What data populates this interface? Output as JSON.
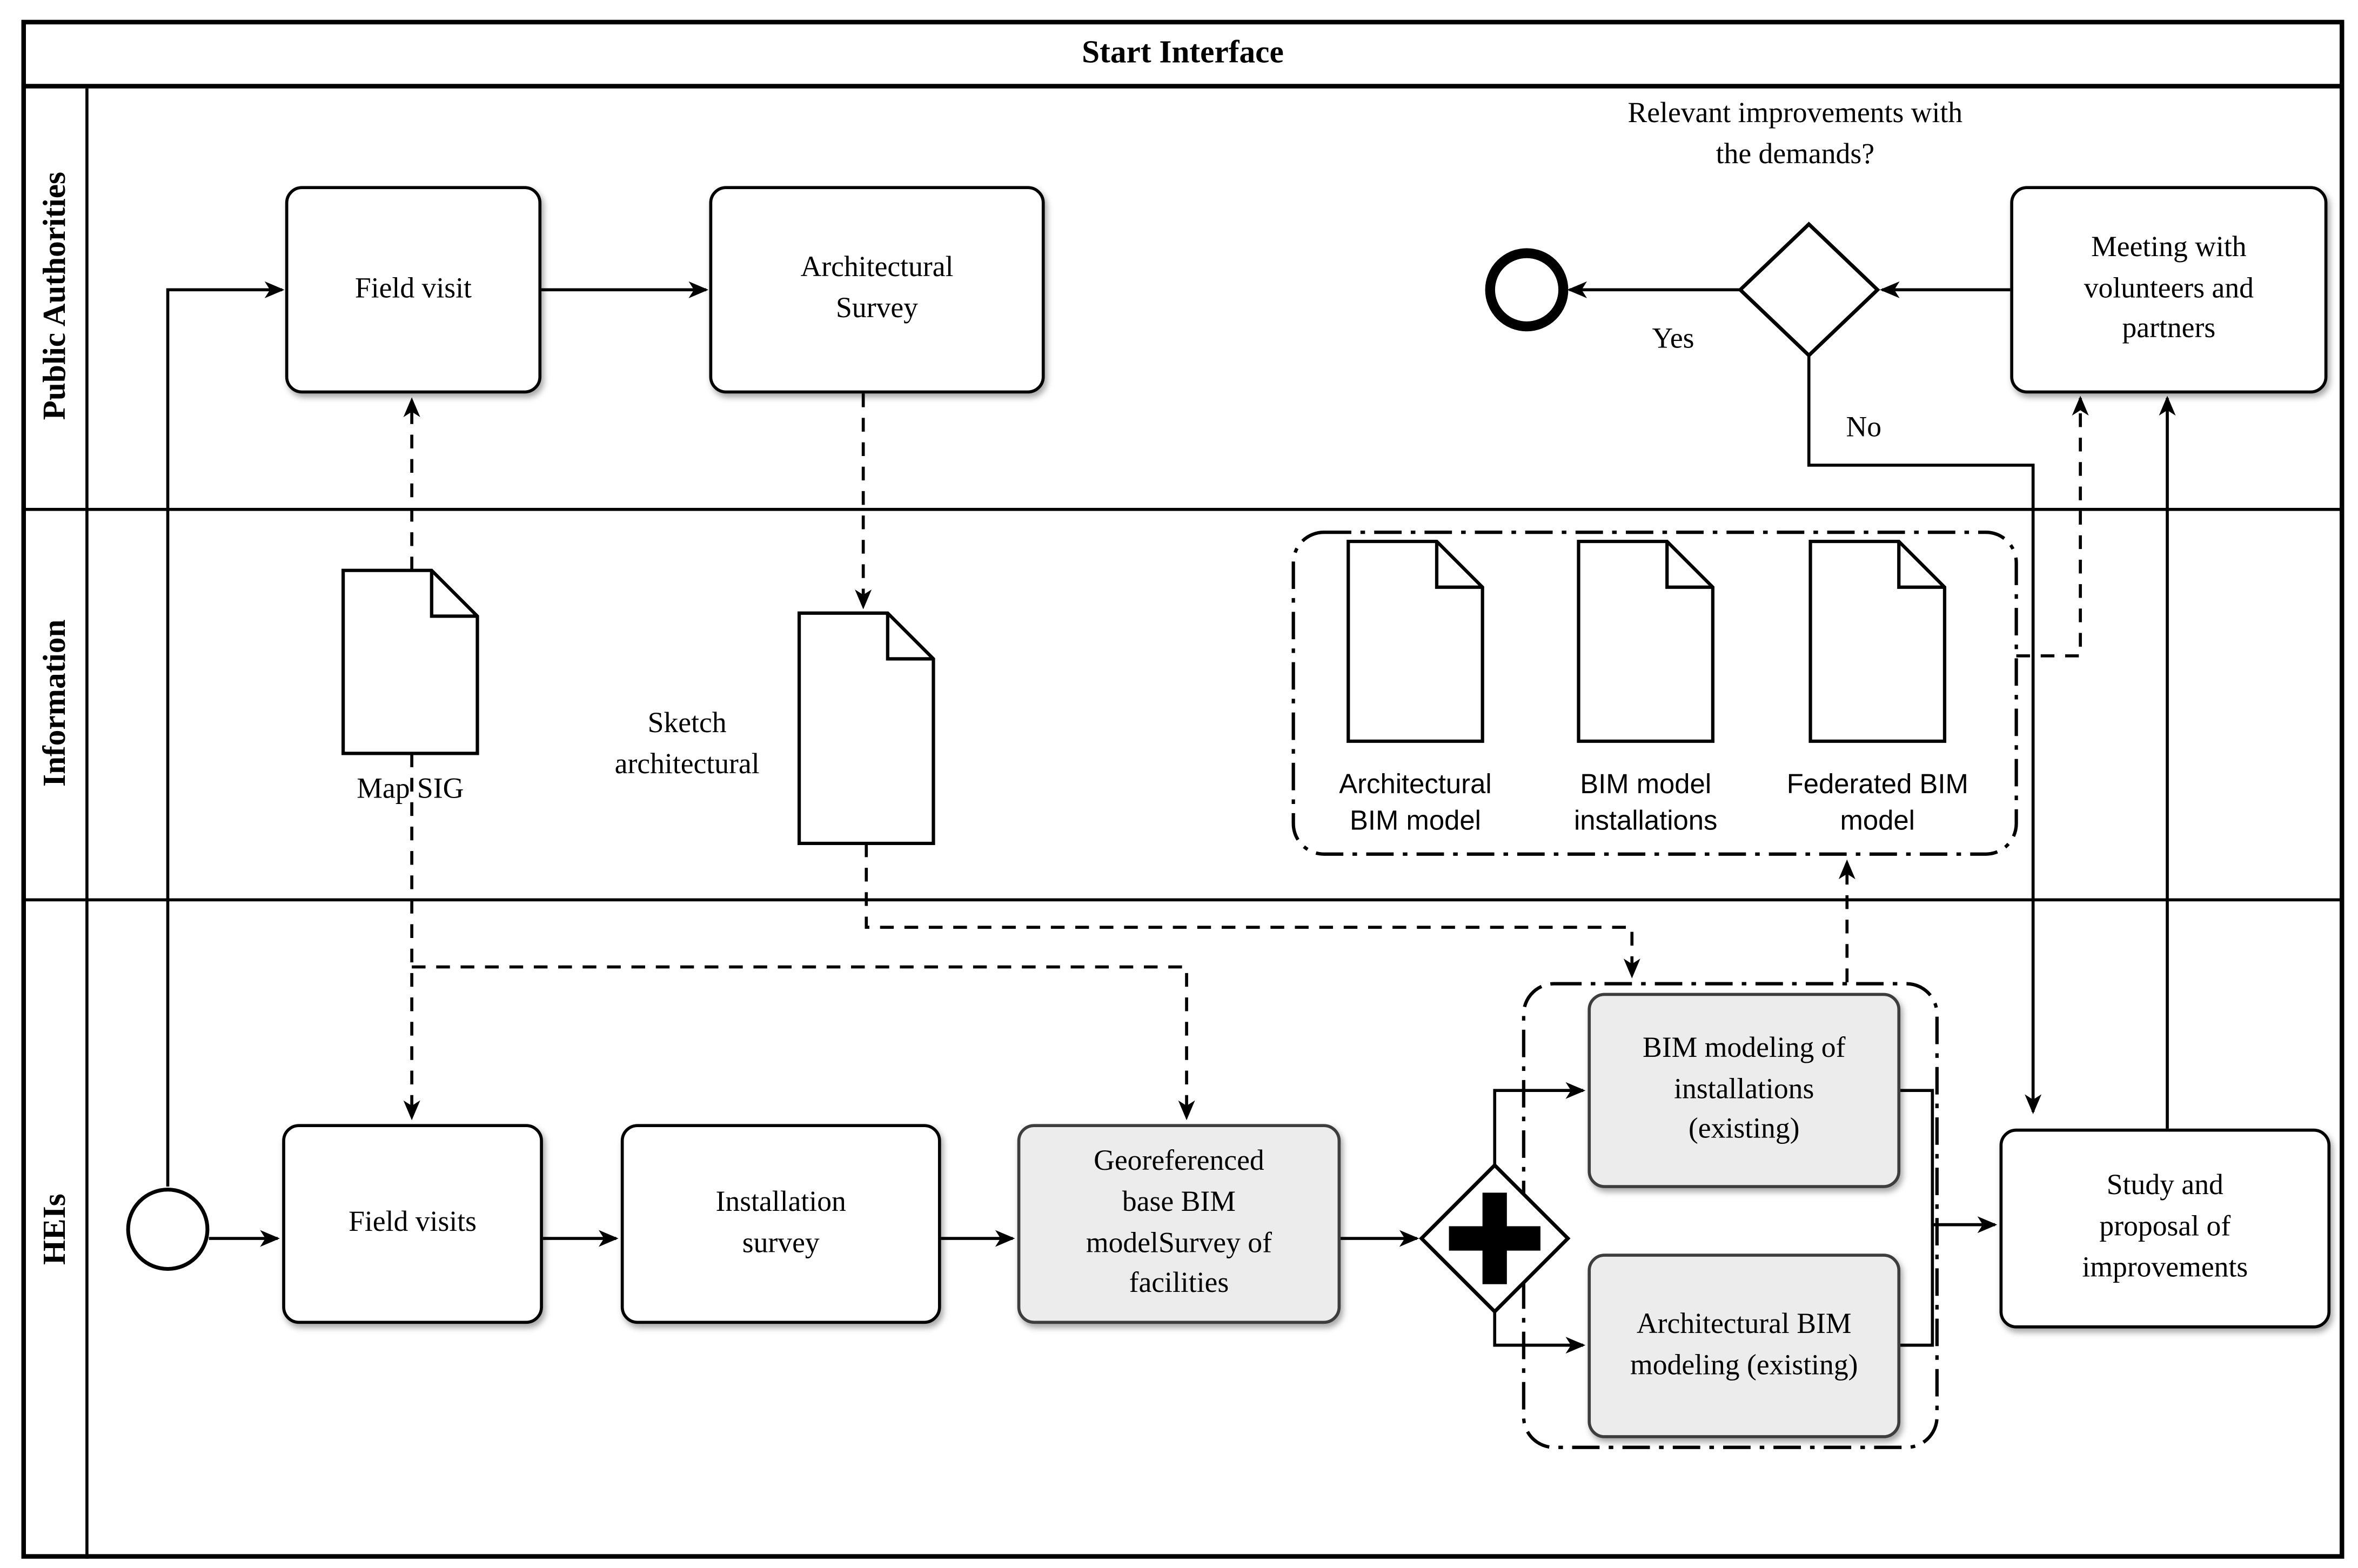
{
  "title": "Start Interface",
  "lanes": {
    "pa": "Public Authorities",
    "info": "Information",
    "heis": "HEIs"
  },
  "pa": {
    "field_visit": "Field visit",
    "architectural_survey": "Architectural Survey",
    "question": "Relevant improvements with the demands?",
    "yes": "Yes",
    "no": "No",
    "meeting": "Meeting with volunteers and partners"
  },
  "info": {
    "map_sig": "Map SIG",
    "sketch": "Sketch architectural",
    "docs": [
      "Architectural BIM model",
      "BIM model installations",
      "Federated BIM model"
    ]
  },
  "heis": {
    "field_visits": "Field visits",
    "installation_survey": "Installation survey",
    "georeferenced": "Georeferenced base BIM modelSurvey of facilities",
    "bim_installations": "BIM modeling of installations (existing)",
    "arch_bim": "Architectural BIM modeling (existing)",
    "study": "Study and proposal of improvements"
  },
  "colors": {
    "ink": "#000000",
    "task_fill": "#ffffff",
    "highlight_fill": "#ececec",
    "highlight_border": "#3d3d3d"
  }
}
